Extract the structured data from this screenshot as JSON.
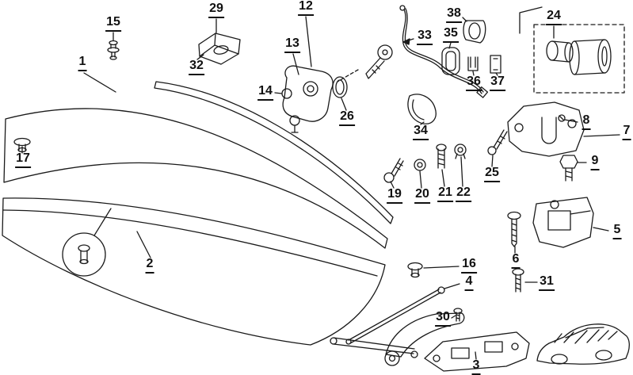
{
  "diagram": {
    "colors": {
      "background": "#ffffff",
      "line": "#1a1a1a"
    },
    "labels": {
      "n1": "1",
      "n2": "2",
      "n3": "3",
      "n4": "4",
      "n5": "5",
      "n6": "6",
      "n7": "7",
      "n8": "8",
      "n9": "9",
      "n12": "12",
      "n13": "13",
      "n14": "14",
      "n15": "15",
      "n16": "16",
      "n17": "17",
      "n19": "19",
      "n20": "20",
      "n21": "21",
      "n22": "22",
      "n24": "24",
      "n25": "25",
      "n26": "26",
      "n29": "29",
      "n30": "30",
      "n31": "31",
      "n32": "32",
      "n33": "33",
      "n34": "34",
      "n35": "35",
      "n36": "36",
      "n37": "37",
      "n38": "38"
    }
  }
}
